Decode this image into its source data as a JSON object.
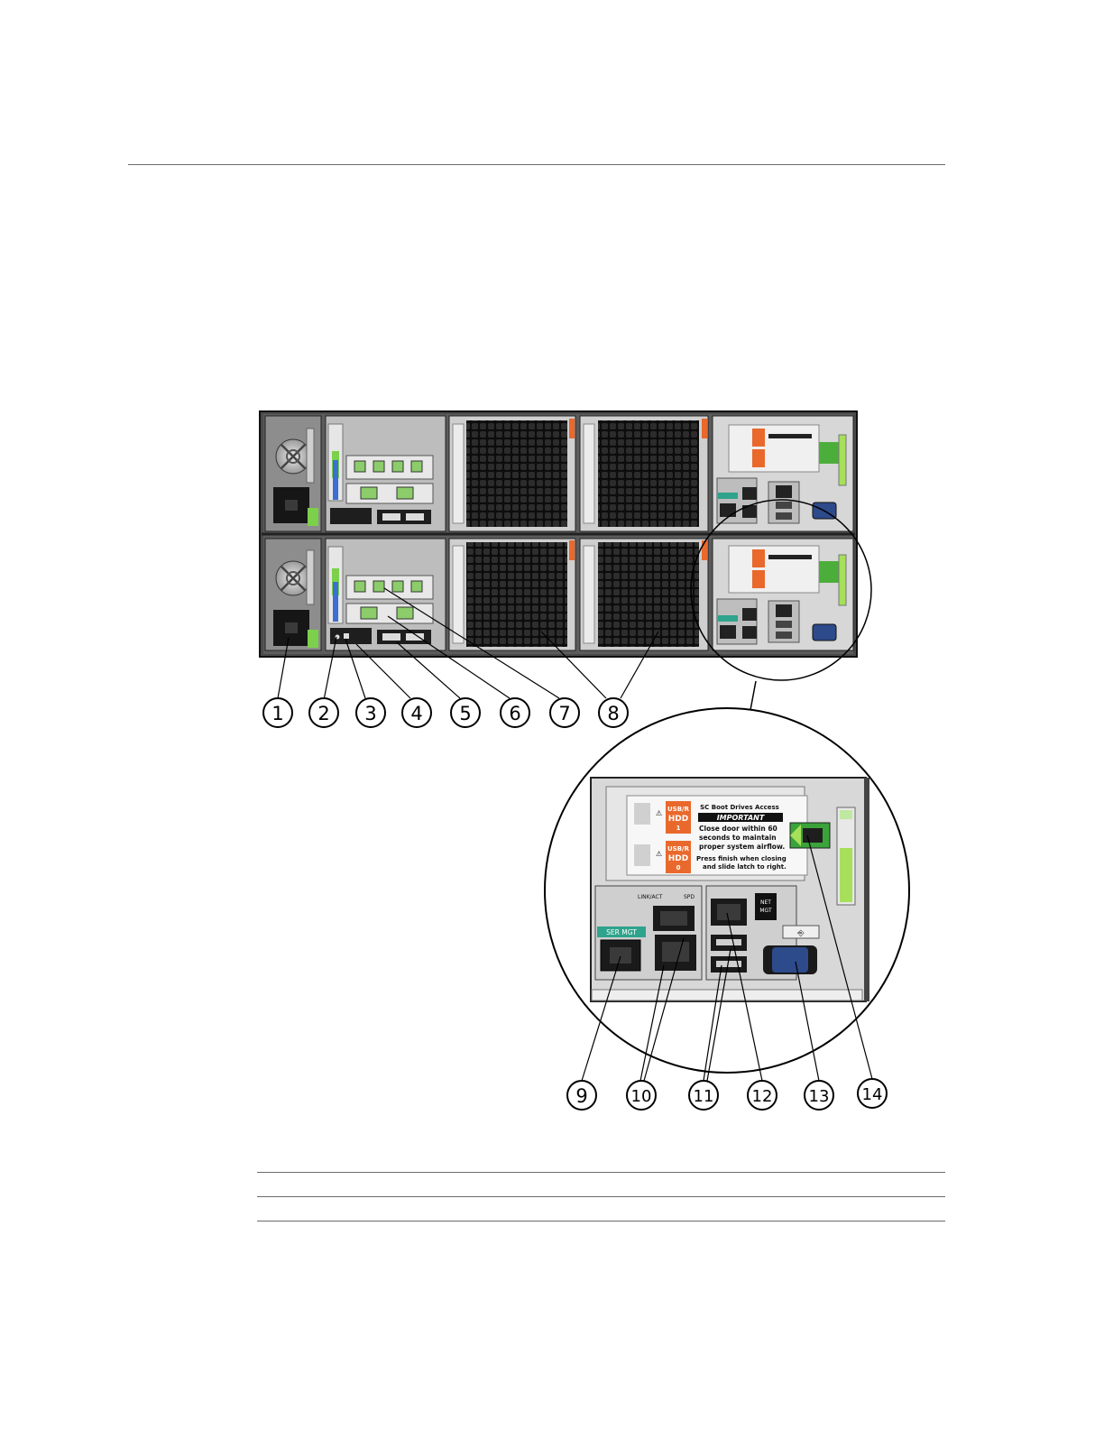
{
  "callouts_top": [
    "1",
    "2",
    "3",
    "4",
    "5",
    "6",
    "7",
    "8"
  ],
  "callouts_bottom": [
    "9",
    "10",
    "11",
    "12",
    "13",
    "14"
  ],
  "panel_label": {
    "title": "SC Boot Drives Access",
    "important": "IMPORTANT",
    "line1": "Close door within 60",
    "line2": "seconds to maintain",
    "line3": "proper system airflow.",
    "line4": "Press finish when closing",
    "line5": "and slide latch to right."
  },
  "drive_tag_1": {
    "line1": "USB/R",
    "line2": "HDD",
    "line3": "1"
  },
  "drive_tag_2": {
    "line1": "USB/R",
    "line2": "HDD",
    "line3": "0"
  },
  "ports": {
    "ser_mgt": "SER MGT",
    "net_mgt": "NET MGT",
    "link_act": "LINK/ACT",
    "spd": "SPD"
  },
  "colors": {
    "chassis": "#3a3a3a",
    "fan_grille": "#1b1b1b",
    "ethernet_green": "#9fd37e",
    "latch_green": "#a6e05a",
    "warn_orange": "#e9692c",
    "ser_teal": "#2fa38c"
  }
}
